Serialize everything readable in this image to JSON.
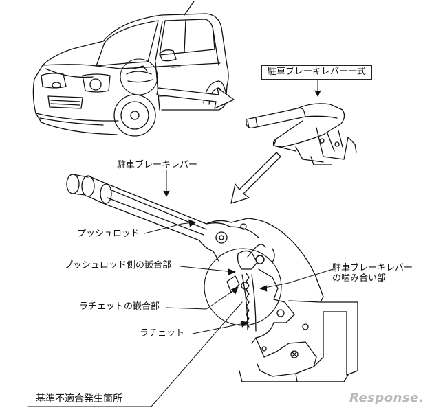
{
  "labels": {
    "assembly": "駐車ブレーキレバー一式",
    "lever": "駐車ブレーキレバー",
    "pushrod": "プッシュロッド",
    "pushrod_fit": "プッシュロッド側の嵌合部",
    "engage_line1": "駐車ブレーキレバー",
    "engage_line2": "の噛み合い部",
    "ratchet_fit": "ラチェットの嵌合部",
    "ratchet": "ラチェット",
    "defect": "基準不適合発生箇所"
  },
  "watermark": "Response."
}
